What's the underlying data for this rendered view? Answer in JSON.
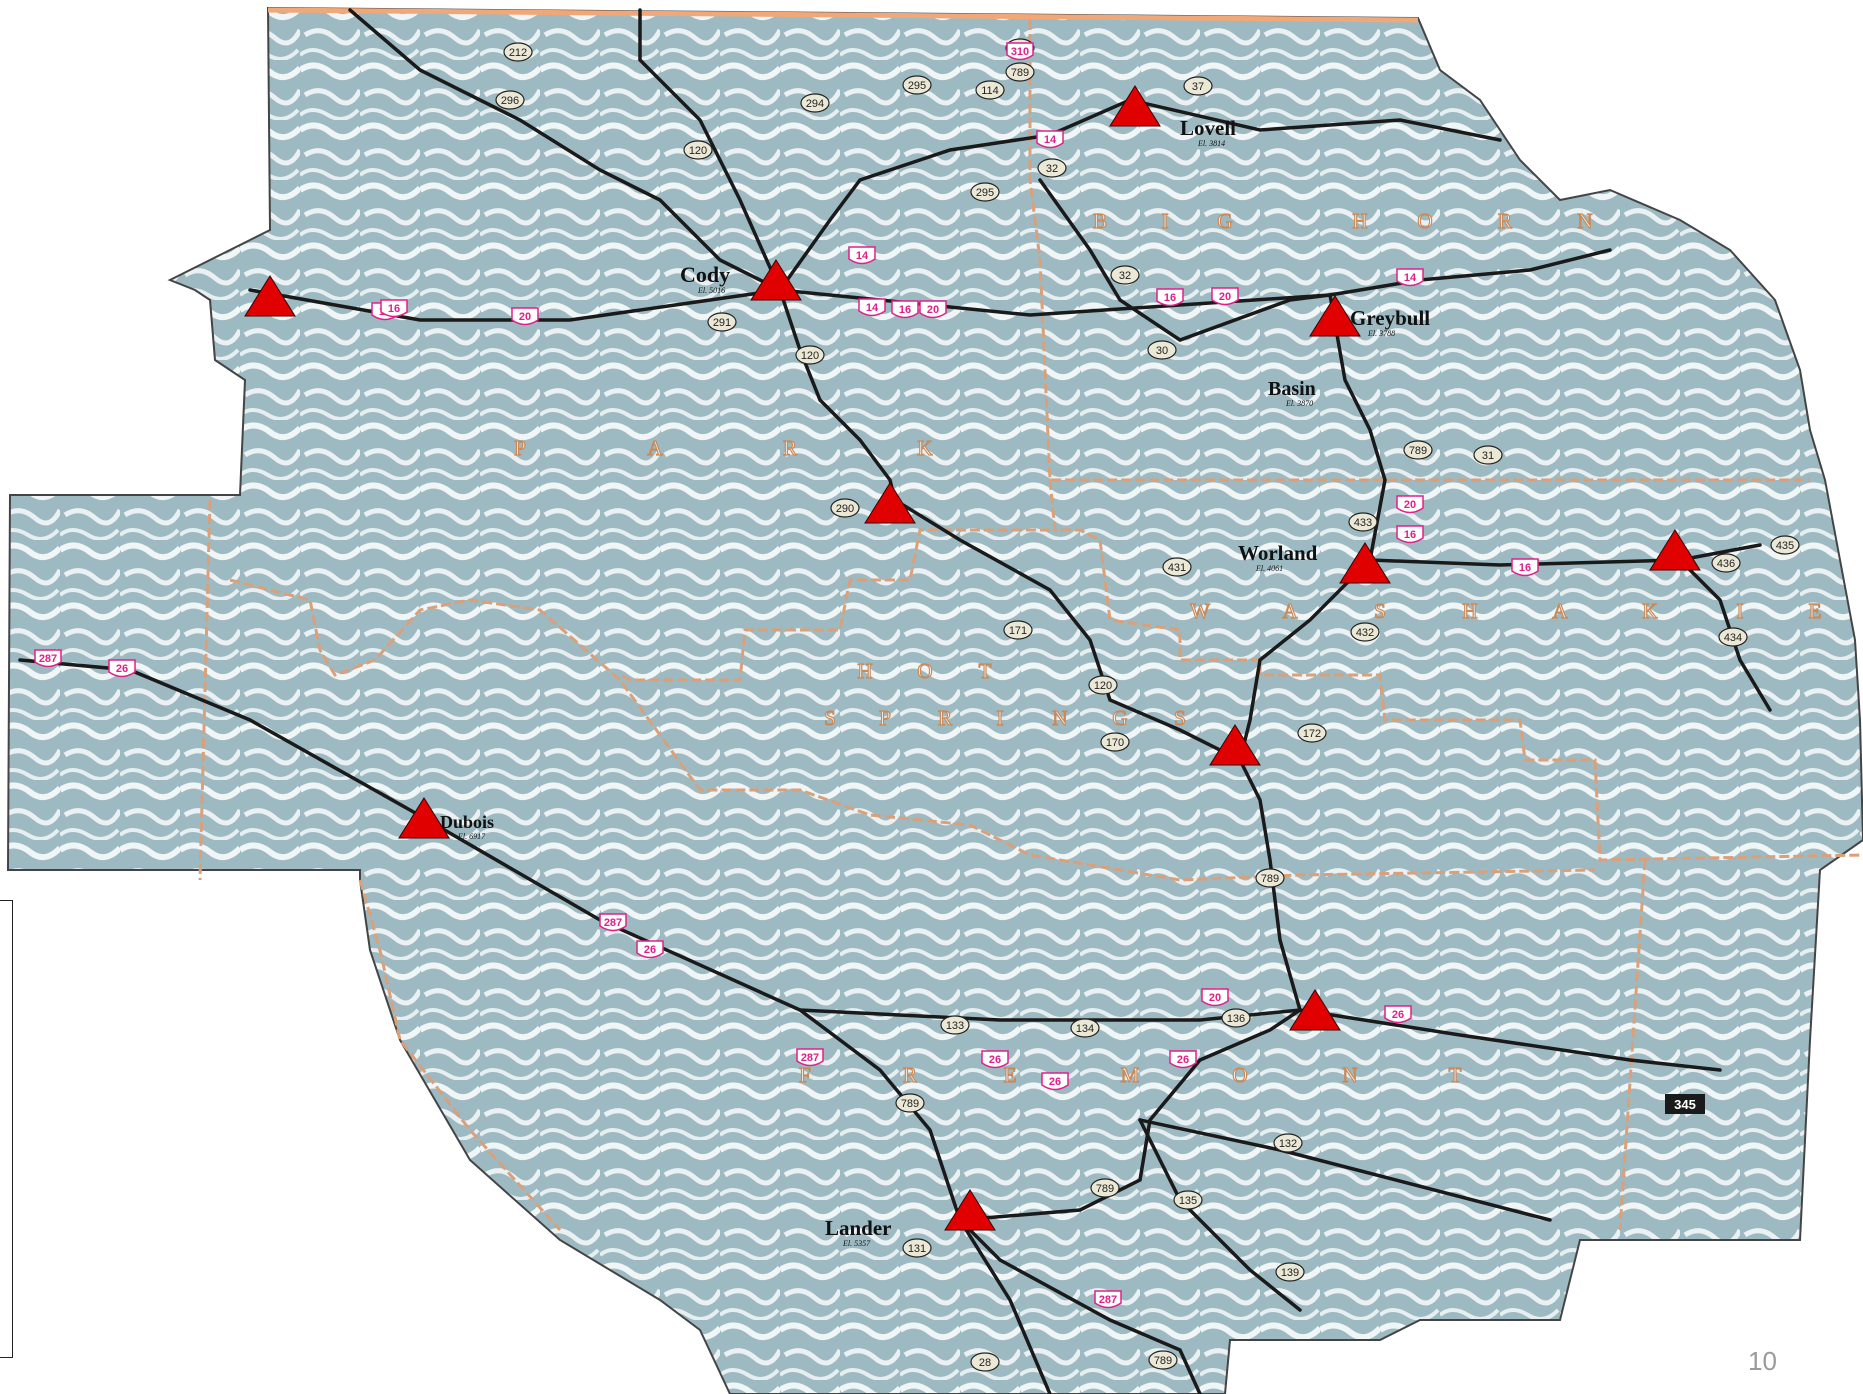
{
  "slide": {
    "number": "10"
  },
  "colors": {
    "terrain": "#9dbac3",
    "terrain_light": "#c9dbe0",
    "road": "#1a1a1a",
    "county_border": "#d9a07a",
    "state_border": "#f0a878",
    "marker": "#e00000",
    "us_shield": "#e0208a"
  },
  "counties": [
    {
      "name": "BIG HORN",
      "letters": [
        "B",
        "I",
        "G",
        "H",
        "O",
        "R",
        "N"
      ]
    },
    {
      "name": "PARK",
      "letters": [
        "P",
        "A",
        "R",
        "K"
      ]
    },
    {
      "name": "WASHAKIE",
      "letters": [
        "W",
        "A",
        "S",
        "H",
        "A",
        "K",
        "I",
        "E"
      ]
    },
    {
      "name": "HOT SPRINGS",
      "letters": [
        "H",
        "O",
        "T",
        "S",
        "P",
        "R",
        "I",
        "N",
        "G",
        "S"
      ]
    },
    {
      "name": "FREMONT",
      "letters": [
        "F",
        "R",
        "E",
        "M",
        "O",
        "N",
        "T"
      ]
    }
  ],
  "cities": [
    {
      "name": "Cody",
      "elevation": "El. 5016"
    },
    {
      "name": "Lovell",
      "elevation": "El. 3814"
    },
    {
      "name": "Greybull",
      "elevation": "El. 3788"
    },
    {
      "name": "Basin",
      "elevation": "El. 3870"
    },
    {
      "name": "Worland",
      "elevation": "El. 4061"
    },
    {
      "name": "Dubois",
      "elevation": "El. 6917"
    },
    {
      "name": "Lander",
      "elevation": "El. 5357"
    }
  ],
  "markers": [
    {
      "name": "marker-cody-west"
    },
    {
      "name": "marker-cody"
    },
    {
      "name": "marker-lovell"
    },
    {
      "name": "marker-greybull"
    },
    {
      "name": "marker-park-south"
    },
    {
      "name": "marker-worland"
    },
    {
      "name": "marker-washakie-east"
    },
    {
      "name": "marker-thermopolis"
    },
    {
      "name": "marker-dubois"
    },
    {
      "name": "marker-riverton"
    },
    {
      "name": "marker-lander"
    }
  ],
  "route_shields": {
    "state": [
      "212",
      "296",
      "294",
      "295",
      "114",
      "789",
      "120",
      "310",
      "37",
      "32",
      "295",
      "291",
      "120",
      "290",
      "32",
      "30",
      "789",
      "31",
      "433",
      "431",
      "171",
      "120",
      "170",
      "172",
      "432",
      "436",
      "435",
      "434",
      "789",
      "133",
      "134",
      "789",
      "132",
      "136",
      "789",
      "135",
      "139",
      "131",
      "28",
      "789"
    ],
    "us": [
      "310",
      "14",
      "14",
      "14",
      "16",
      "20",
      "14",
      "16",
      "20",
      "16",
      "20",
      "14",
      "20",
      "16",
      "16",
      "287",
      "26",
      "287",
      "26",
      "287",
      "26",
      "26",
      "26",
      "20",
      "26",
      "287"
    ],
    "interstate": [
      "345"
    ]
  }
}
